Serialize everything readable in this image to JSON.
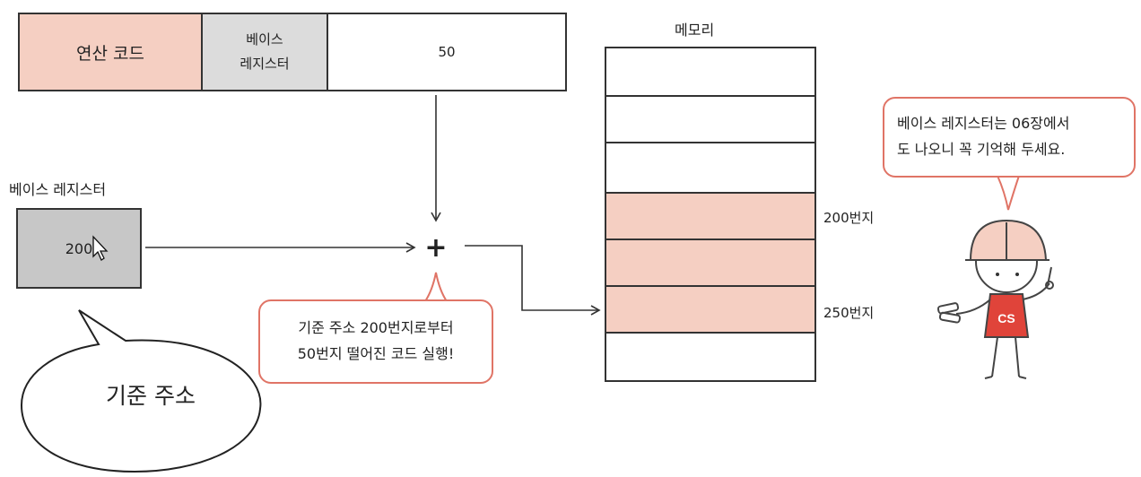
{
  "instruction": {
    "opcode_label": "연산 코드",
    "base_register_line1": "베이스",
    "base_register_line2": "레지스터",
    "displacement": "50"
  },
  "base_register": {
    "label": "베이스 레지스터",
    "value": "200"
  },
  "operation_symbol": "+",
  "memory": {
    "title": "메모리",
    "address_200_label": "200번지",
    "address_250_label": "250번지"
  },
  "explanation": {
    "line1": "기준 주소 200번지로부터",
    "line2": "50번지 떨어진 코드 실행!"
  },
  "callout": {
    "text": "기준 주소"
  },
  "tip": {
    "line1": "베이스 레지스터는 06장에서",
    "line2": "도 나오니 꼭 기억해 두세요."
  },
  "character": {
    "badge": "CS"
  },
  "colors": {
    "highlight": "#f5cfc2",
    "register_gray": "#c7c7c7",
    "base_cell_gray": "#dcdcdc",
    "bubble_outline": "#e07466",
    "badge_red": "#e0443a"
  }
}
